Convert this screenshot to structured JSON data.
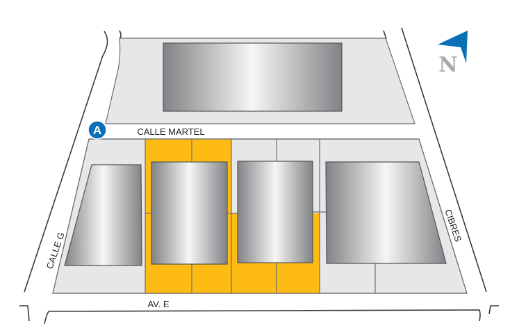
{
  "map": {
    "streets": {
      "top": "CALLE MARTEL",
      "left": "CALLE G",
      "bottom": "AV. E",
      "right": "CIBRES"
    },
    "marker_label": "A",
    "north_label": "N",
    "colors": {
      "highlight_lot": "#fdbb14",
      "block": "#e6e7e8",
      "marker": "#0a6fb5",
      "north_arrow": "#0a6fb5",
      "north_letter": "#a7a9ac"
    }
  }
}
